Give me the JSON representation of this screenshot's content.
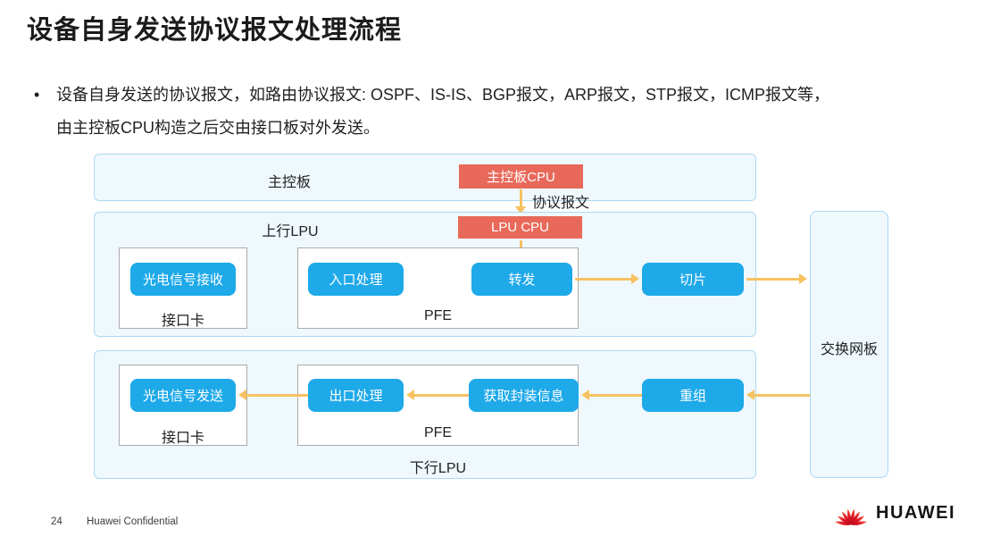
{
  "title": "设备自身发送协议报文处理流程",
  "bullet": {
    "marker": "•",
    "line1": "设备自身发送的协议报文，如路由协议报文: OSPF、IS-IS、BGP报文，ARP报文，STP报文，ICMP报文等，",
    "line2": "由主控板CPU构造之后交由接口板对外发送。"
  },
  "diagram": {
    "main_board": {
      "label": "主控板",
      "cpu_label": "主控板CPU"
    },
    "packet_label": "协议报文",
    "upstream_lpu": {
      "label": "上行LPU",
      "cpu_label": "LPU CPU",
      "interface_card": {
        "label": "接口卡",
        "node": "光电信号接收"
      },
      "pfe": {
        "label": "PFE",
        "nodes": [
          "入口处理",
          "转发"
        ]
      },
      "slice_node": "切片"
    },
    "switch_fabric_label": "交换网板",
    "downstream_lpu": {
      "label": "下行LPU",
      "interface_card": {
        "label": "接口卡",
        "node": "光电信号发送"
      },
      "pfe": {
        "label": "PFE",
        "nodes": [
          "出口处理",
          "获取封装信息"
        ]
      },
      "reassembly_node": "重组"
    },
    "colors": {
      "process_node_blue": "#1ea9e9",
      "cpu_node_red": "#e8695a",
      "arrow_yellow": "#f8c262",
      "panel_bg": "#eff8fd",
      "panel_border": "#abd9f2"
    }
  },
  "footer": {
    "page_number": "24",
    "confidential": "Huawei Confidential",
    "brand": "HUAWEI"
  }
}
